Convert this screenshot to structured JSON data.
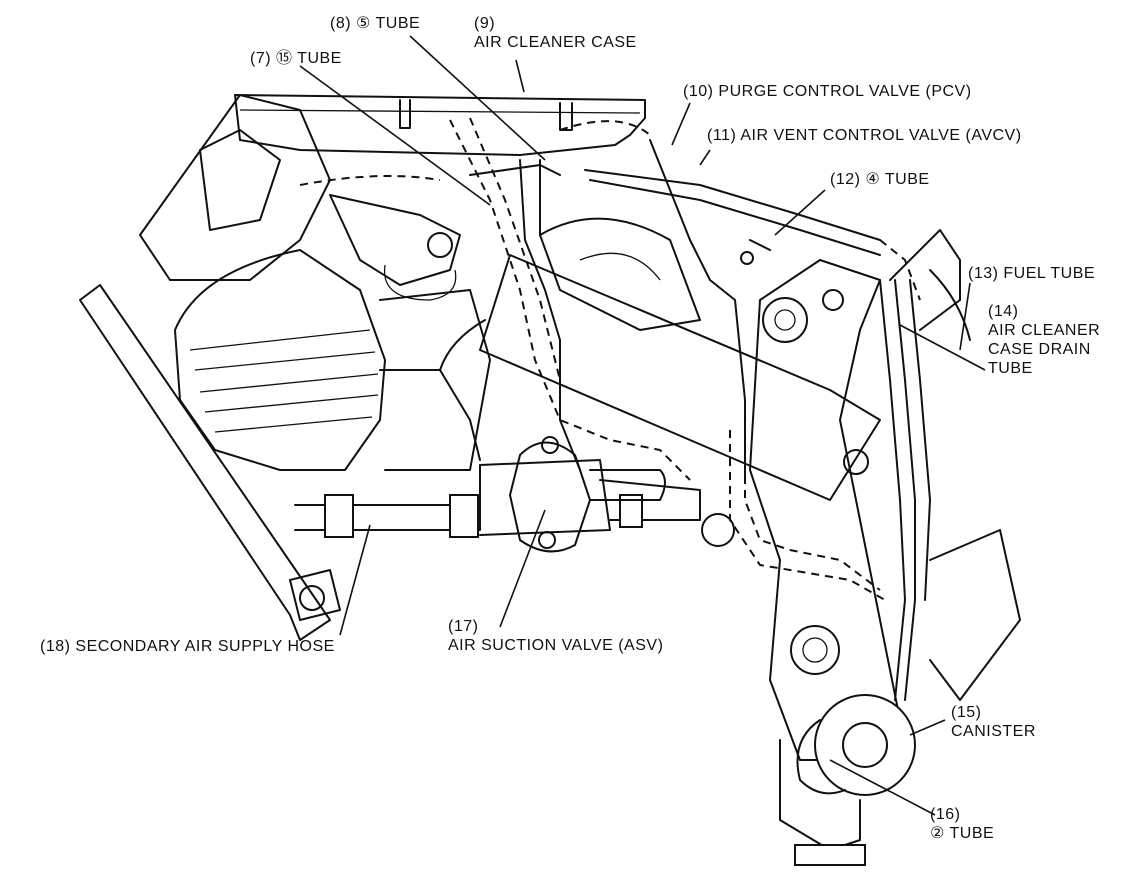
{
  "labels": [
    {
      "id": "tube-5",
      "num": "(8)",
      "text": "⑤ TUBE"
    },
    {
      "id": "air-cleaner-case",
      "num": "(9)",
      "text": "AIR CLEANER CASE"
    },
    {
      "id": "tube-15",
      "num": "(7)",
      "text": "⑮ TUBE"
    },
    {
      "id": "pcv",
      "num": "(10)",
      "text": "PURGE CONTROL VALVE (PCV)"
    },
    {
      "id": "avcv",
      "num": "(11)",
      "text": "AIR VENT CONTROL VALVE (AVCV)"
    },
    {
      "id": "tube-4",
      "num": "(12)",
      "text": "④ TUBE"
    },
    {
      "id": "fuel-tube",
      "num": "(13)",
      "text": "FUEL TUBE"
    },
    {
      "id": "drain-tube",
      "num": "(14)",
      "text": "AIR CLEANER",
      "line2": "CASE DRAIN",
      "line3": "TUBE"
    },
    {
      "id": "asv",
      "num": "(17)",
      "text": "AIR SUCTION VALVE (ASV)"
    },
    {
      "id": "secondary-hose",
      "num": "(18)",
      "text": "SECONDARY AIR SUPPLY HOSE"
    },
    {
      "id": "canister",
      "num": "(15)",
      "text": "CANISTER"
    },
    {
      "id": "tube-2",
      "num": "(16)",
      "text": "② TUBE"
    }
  ]
}
